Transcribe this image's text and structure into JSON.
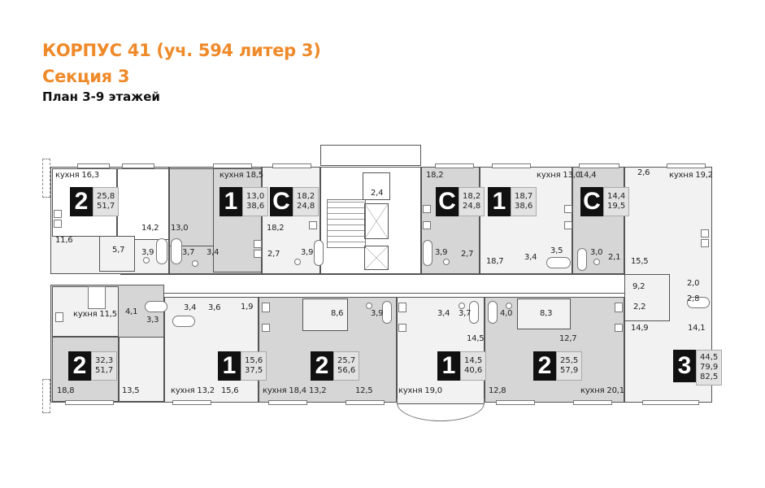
{
  "header": {
    "title": "КОРПУС 41 (уч. 594 литер 3)",
    "section": "Секция 3",
    "subtitle": "План 3-9 этажей"
  },
  "colors": {
    "accent": "#ef8a2a",
    "apartment_fill": "#d6d6d6",
    "badge_bg": "#111111",
    "wall": "#4a4a4a"
  },
  "apartments": [
    {
      "type": "2",
      "living": "25,8",
      "total": "51,7"
    },
    {
      "type": "1",
      "living": "13,0",
      "total": "38,6"
    },
    {
      "type": "С",
      "living": "18,2",
      "total": "24,8"
    },
    {
      "type": "С",
      "living": "18,2",
      "total": "24,8"
    },
    {
      "type": "1",
      "living": "18,7",
      "total": "38,6"
    },
    {
      "type": "С",
      "living": "14,4",
      "total": "19,5"
    },
    {
      "type": "2",
      "living": "32,3",
      "total": "51,7"
    },
    {
      "type": "1",
      "living": "15,6",
      "total": "37,5"
    },
    {
      "type": "2",
      "living": "25,7",
      "total": "56,6"
    },
    {
      "type": "1",
      "living": "14,5",
      "total": "40,6"
    },
    {
      "type": "2",
      "living": "25,5",
      "total": "57,9"
    },
    {
      "type": "3",
      "living": "44,5",
      "total": "79,9",
      "total2": "82,5"
    }
  ],
  "rooms": {
    "r1": "кухня 16,3",
    "r2": "11,6",
    "r3": "5,7",
    "r4": "14,2",
    "r5": "3,9",
    "r6": "13,0",
    "r7": "3,7",
    "r8": "3,4",
    "r9": "кухня 18,5",
    "r10": "18,2",
    "r11": "2,7",
    "r12": "3,9",
    "r13": "2,4",
    "r14": "18,2",
    "r15": "3,9",
    "r16": "2,7",
    "r17": "18,7",
    "r18": "3,4",
    "r19": "кухня 13,0",
    "r20": "3,5",
    "r21": "14,4",
    "r22": "3,0",
    "r23": "2,1",
    "r24": "2,6",
    "r25": "кухня 19,2",
    "r26": "15,5",
    "r27": "9,2",
    "r28": "2,0",
    "r29": "2,8",
    "r30": "2,2",
    "r31": "14,9",
    "r32": "14,1",
    "b1": "кухня 11,5",
    "b2": "4,1",
    "b3": "3,3",
    "b4": "3,4",
    "b5": "3,6",
    "b6": "1,9",
    "b7": "18,8",
    "b8": "13,5",
    "b9": "кухня 13,2",
    "b10": "15,6",
    "b11": "кухня 18,4",
    "b12": "8,6",
    "b13": "3,9",
    "b14": "13,2",
    "b15": "12,5",
    "b16": "кухня 19,0",
    "b17": "3,4",
    "b18": "3,7",
    "b19": "14,5",
    "b20": "4,0",
    "b21": "12,8",
    "b22": "8,3",
    "b23": "12,7",
    "b24": "кухня 20,1"
  }
}
